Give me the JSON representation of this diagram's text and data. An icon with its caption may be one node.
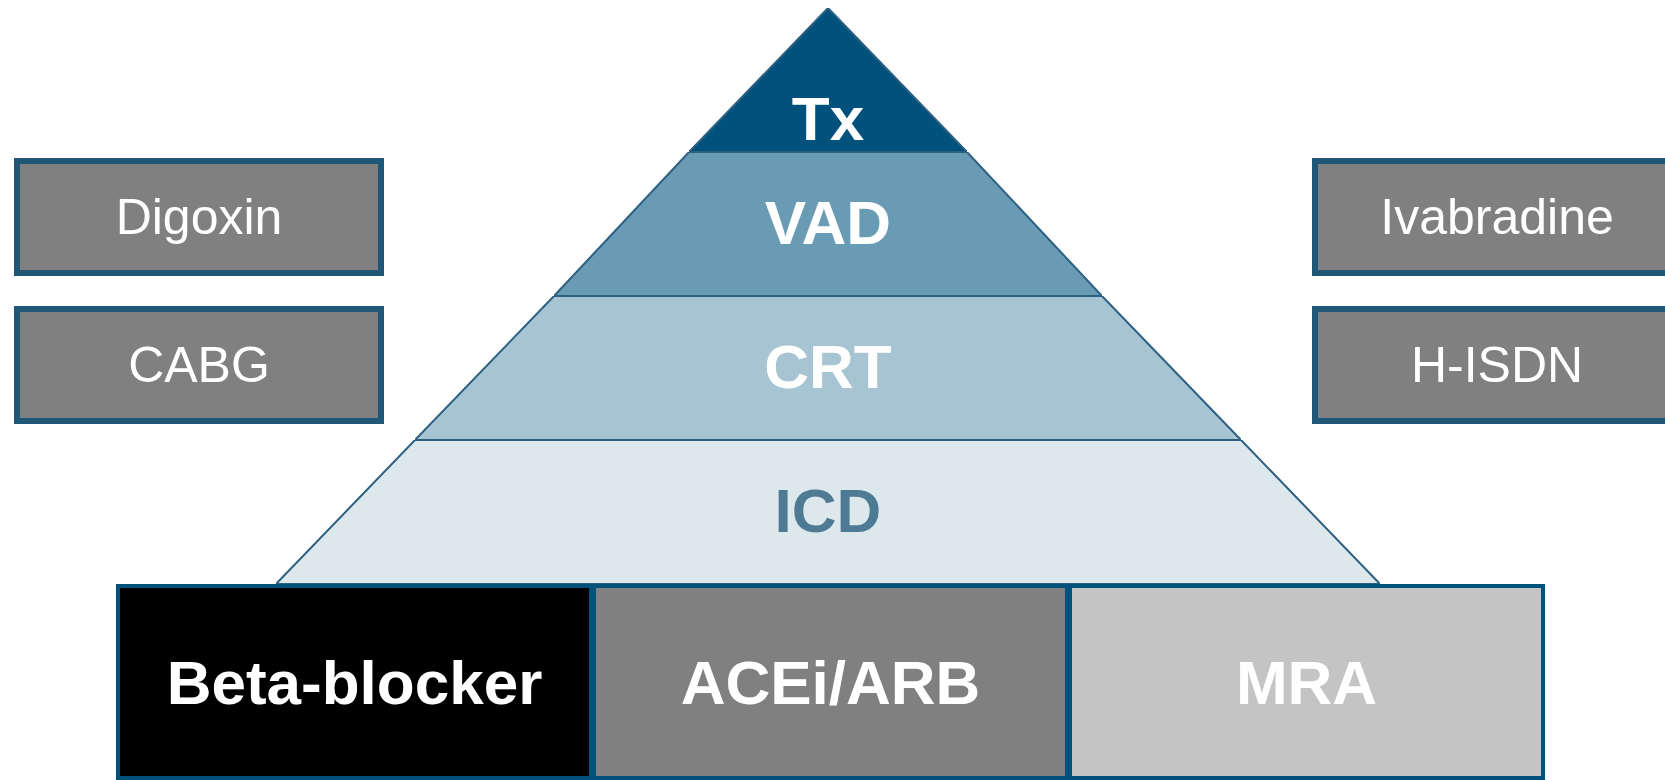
{
  "diagram": {
    "nodes": [
      {
        "text": [
          "Tx"
        ]
      },
      {
        "text": [
          "VAD"
        ]
      },
      {
        "text": [
          "CRT"
        ]
      },
      {
        "text": [
          "ICD"
        ]
      },
      {
        "text": [
          "Beta-blocker"
        ]
      },
      {
        "text": [
          "ACEi/ARB"
        ]
      },
      {
        "text": [
          "MRA"
        ]
      },
      {
        "text": [
          "Digoxin"
        ]
      },
      {
        "text": [
          "CABG"
        ]
      },
      {
        "text": [
          "Ivabradine"
        ]
      },
      {
        "text": [
          "H-ISDN"
        ]
      }
    ]
  }
}
